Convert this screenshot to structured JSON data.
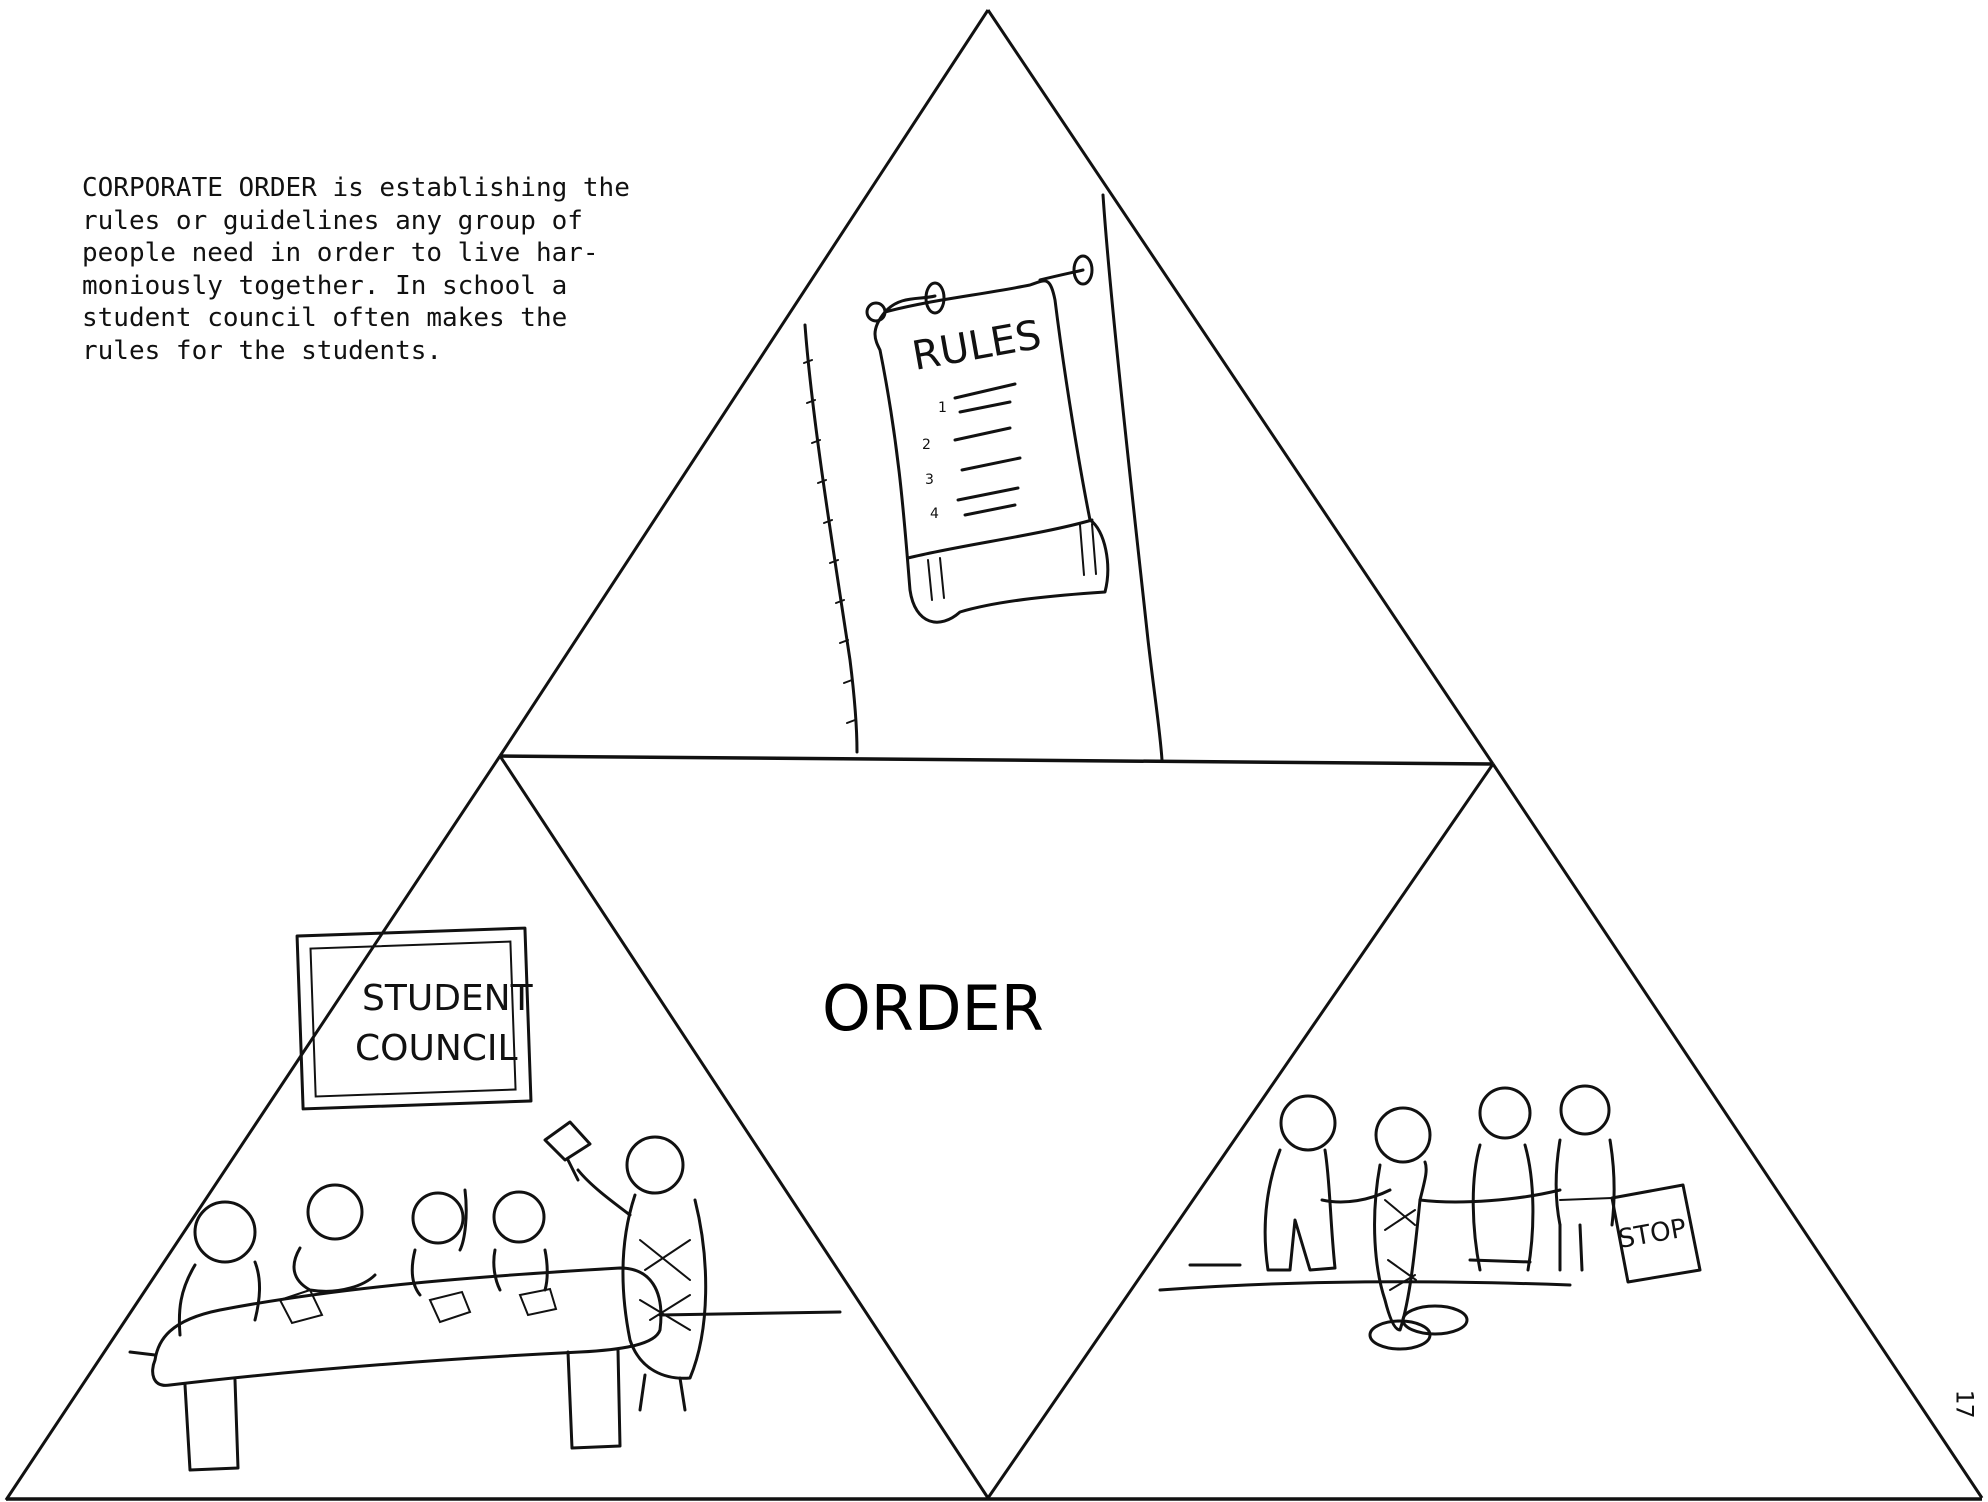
{
  "intro": {
    "text": "CORPORATE ORDER is establishing the\nrules or guidelines any group of\npeople need in order to live har-\nmoniously together.  In school a\nstudent council often makes the\nrules for the students."
  },
  "diagram": {
    "center_label": "ORDER",
    "rules_scroll": {
      "heading": "RULES",
      "numbers": [
        "1",
        "2",
        "3",
        "4"
      ]
    },
    "council_sign": {
      "line1": "STUDENT",
      "line2": "COUNCIL"
    },
    "stop_sign": "STOP"
  },
  "page_number": "17"
}
